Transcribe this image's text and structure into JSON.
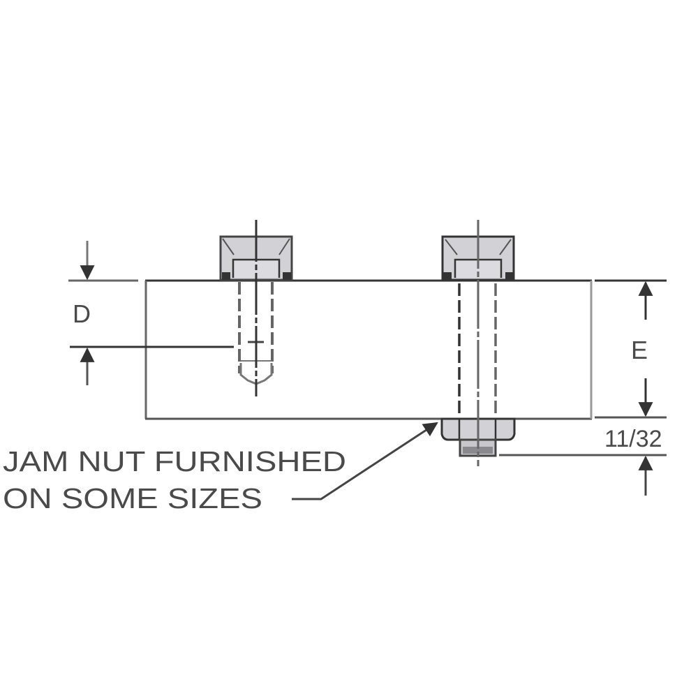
{
  "diagram": {
    "subject": "Block with two bolts and jam nut (dimension drawing)",
    "colors": {
      "line": "#333333",
      "dim_line": "#5a5a5a",
      "head_fill": "#d2d2d6",
      "text": "#4a4a4a",
      "background": "#ffffff"
    },
    "dimensions": {
      "d_label": "D",
      "e_label": "E",
      "jam_nut_offset_label": "11/32"
    },
    "callout": {
      "line1": "JAM NUT FURNISHED",
      "line2": "ON SOME SIZES"
    },
    "components": [
      {
        "name": "block",
        "description": "rectangular base block"
      },
      {
        "name": "left-bolt",
        "description": "short socket bolt, blind hole depth D"
      },
      {
        "name": "right-bolt",
        "description": "through bolt with jam nut beneath"
      },
      {
        "name": "jam-nut",
        "description": "nut under block on right bolt"
      }
    ]
  }
}
